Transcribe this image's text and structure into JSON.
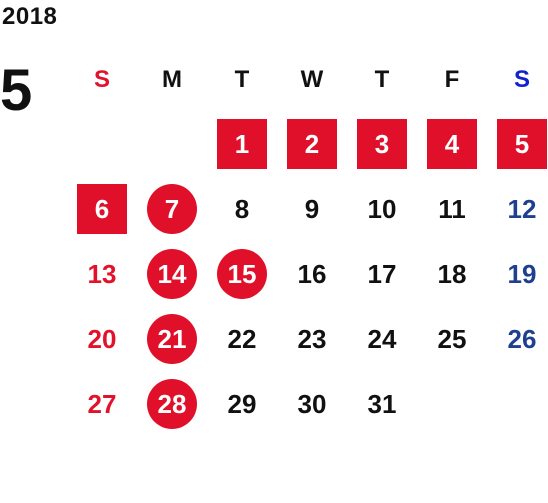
{
  "year": "2018",
  "month": "5",
  "weekdays": [
    {
      "label": "S",
      "kind": "sun-hdr"
    },
    {
      "label": "M",
      "kind": "wk"
    },
    {
      "label": "T",
      "kind": "wk"
    },
    {
      "label": "W",
      "kind": "wk"
    },
    {
      "label": "T",
      "kind": "wk"
    },
    {
      "label": "F",
      "kind": "wk"
    },
    {
      "label": "S",
      "kind": "sat-hdr"
    }
  ],
  "weeks": [
    [
      "",
      "",
      "1",
      "2",
      "3",
      "4",
      "5"
    ],
    [
      "6",
      "7",
      "8",
      "9",
      "10",
      "11",
      "12"
    ],
    [
      "13",
      "14",
      "15",
      "16",
      "17",
      "18",
      "19"
    ],
    [
      "20",
      "21",
      "22",
      "23",
      "24",
      "25",
      "26"
    ],
    [
      "27",
      "28",
      "29",
      "30",
      "31",
      "",
      ""
    ]
  ],
  "highlights": {
    "square": [
      "1",
      "2",
      "3",
      "4",
      "5",
      "6"
    ],
    "circle": [
      "7",
      "14",
      "15",
      "21",
      "28"
    ]
  },
  "colors": {
    "sunday": "#e2122a",
    "saturday": "#1f3f8f",
    "saturday_header": "#1220d0",
    "weekday": "#111111",
    "highlight": "#e0102a"
  }
}
